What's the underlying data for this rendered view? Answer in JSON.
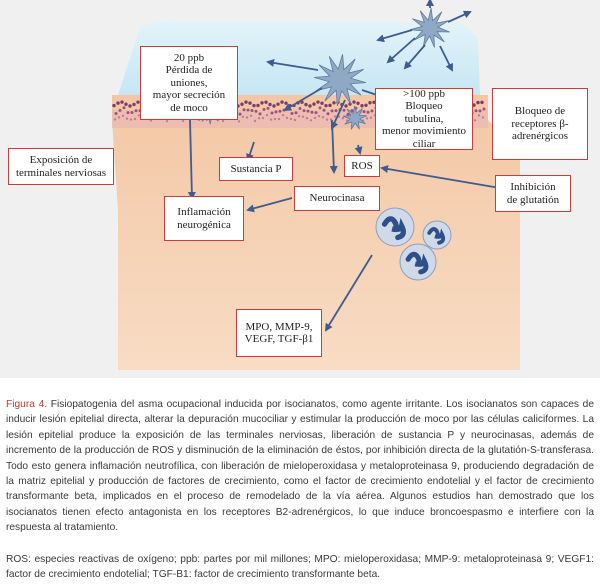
{
  "diagram": {
    "box_ppb20": "20 ppb\nPérdida de\nuniones,\nmayor secreción\nde moco",
    "box_ppb100": ">100 ppb\nBloqueo\ntubulina,\nmenor movimiento\nciliar",
    "box_beta": "Bloqueo de\nreceptores β-\nadrenérgicos",
    "box_exposicion": "Exposición de\nterminales nerviosas",
    "box_sustancia": "Sustancia P",
    "box_ros": "ROS",
    "box_glutation": "Inhibición\nde glutatión",
    "box_neurocinasa": "Neurocinasa",
    "box_inflamacion": "Inflamación\nneurogénica",
    "box_mpo": "MPO, MMP-9,\nVEGF, TGF-β1"
  },
  "colors": {
    "background": "#f0f0f0",
    "mucus": "#cde9f5",
    "tissue": "#f6cfae",
    "box_border": "#cf3b3b",
    "arrow": "#3f5b8f",
    "star": "#8fa8c4",
    "caption_label": "#c0392b"
  },
  "icons": {
    "irritant_star": "spiky-star-icon",
    "cell": "leukocyte-icon",
    "arrow": "arrow-icon"
  },
  "caption": {
    "label": "Figura 4.",
    "text": " Fisiopatogenia del asma ocupacional inducida por isocianatos, como agente irritante. Los isocianatos son capaces de inducir lesión epitelial directa, alterar la depuración mucociliar y estimular la producción de moco por las células caliciformes. La lesión epitelial produce la exposición de las terminales nerviosas, liberación de sustancia P y neurocinasas, además de incremento de la producción de ROS y disminución de la eliminación de éstos, por inhibición directa de la glutatión-S-transferasa. Todo esto genera inflamación neutrofílica, con liberación de mieloperoxidasa y metaloproteinasa 9, produciendo degradación de la matriz epitelial y producción de factores de crecimiento, como el factor de crecimiento endotelial y el factor de crecimiento transformante beta, implicados en el proceso de remodelado de la vía aérea. Algunos estudios han demostrado que los isocianatos tienen efecto antagonista en los receptores B2-adrenérgicos, lo que induce broncoespasmo e interfiere con la respuesta al tratamiento."
  },
  "abbreviations": "ROS: especies reactivas de oxígeno; ppb: partes por mil millones; MPO: mieloperoxidasa; MMP-9: metaloproteinasa 9; VEGF1: factor de crecimiento endotelial; TGF-B1: factor de crecimiento transformante beta."
}
